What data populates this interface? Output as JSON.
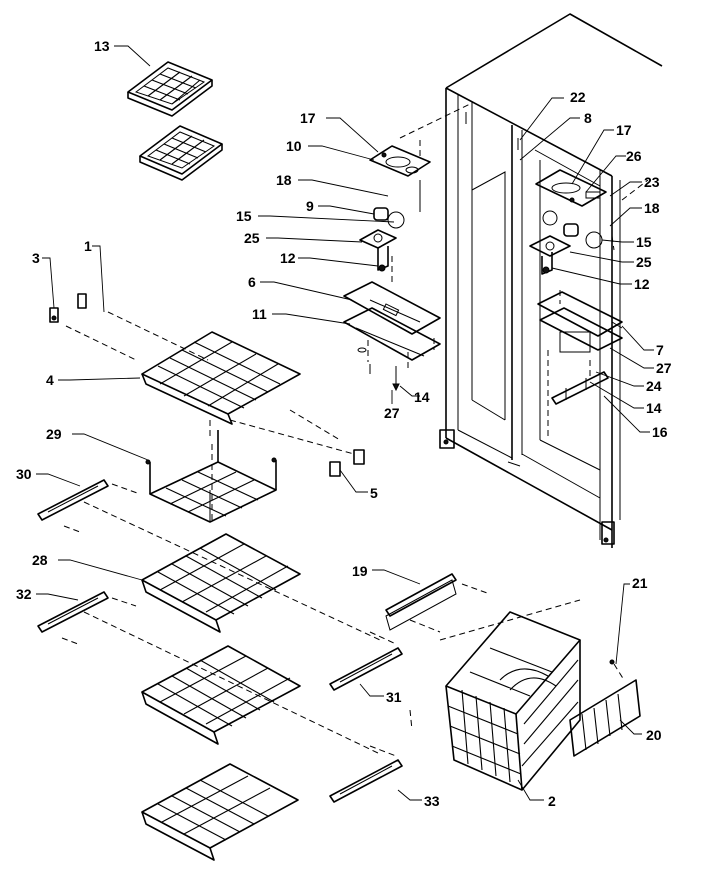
{
  "diagram": {
    "callouts": {
      "c1": "1",
      "c2": "2",
      "c3": "3",
      "c4": "4",
      "c5": "5",
      "c6": "6",
      "c7": "7",
      "c8": "8",
      "c9": "9",
      "c10": "10",
      "c11": "11",
      "c12a": "12",
      "c12b": "12",
      "c13": "13",
      "c14a": "14",
      "c14b": "14",
      "c15a": "15",
      "c15b": "15",
      "c16": "16",
      "c17a": "17",
      "c17b": "17",
      "c18a": "18",
      "c18b": "18",
      "c19": "19",
      "c20": "20",
      "c21": "21",
      "c22": "22",
      "c23": "23",
      "c24": "24",
      "c25a": "25",
      "c25b": "25",
      "c26": "26",
      "c27a": "27",
      "c27b": "27",
      "c28": "28",
      "c29": "29",
      "c30": "30",
      "c31": "31",
      "c32": "32",
      "c33": "33"
    }
  }
}
